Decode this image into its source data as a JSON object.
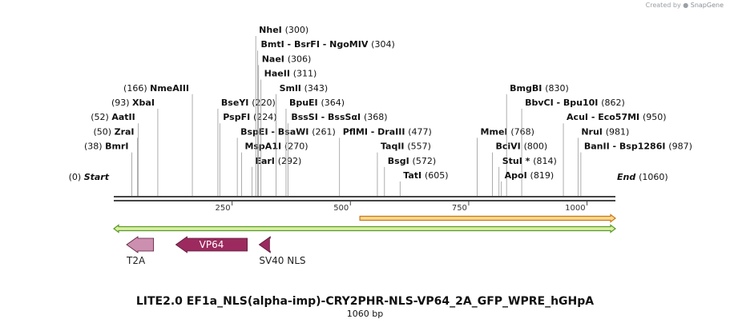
{
  "credit": {
    "prefix": "Created by",
    "brand": "SnapGene"
  },
  "map": {
    "title": "LITE2.0 EF1a_NLS(alpha-imp)-CRY2PHR-NLS-VP64_2A_GFP_WPRE_hGHpA",
    "length_label": "1060 bp",
    "length": 1060,
    "ticks": [
      {
        "pos": 250,
        "label": "250"
      },
      {
        "pos": 500,
        "label": "500"
      },
      {
        "pos": 750,
        "label": "750"
      },
      {
        "pos": 1000,
        "label": "1000"
      }
    ],
    "ends": [
      {
        "name": "Start",
        "num": "(0)",
        "pos": 0,
        "side": "left"
      },
      {
        "name": "End",
        "num": "(1060)",
        "pos": 1060,
        "side": "right"
      }
    ],
    "sites": [
      {
        "name": "BmrI",
        "num": "(38)",
        "pos": 38,
        "side": "left",
        "row": 8
      },
      {
        "name": "ZraI",
        "num": "(50)",
        "pos": 50,
        "side": "left",
        "row": 7
      },
      {
        "name": "AatII",
        "num": "(52)",
        "pos": 52,
        "side": "left",
        "row": 6
      },
      {
        "name": "XbaI",
        "num": "(93)",
        "pos": 93,
        "side": "left",
        "row": 5
      },
      {
        "name": "NmeAIII",
        "num": "(166)",
        "pos": 166,
        "side": "left",
        "row": 4
      },
      {
        "name": "BseYI",
        "num": "(220)",
        "pos": 220,
        "side": "right",
        "row": 5
      },
      {
        "name": "PspFI",
        "num": "(224)",
        "pos": 224,
        "side": "right",
        "row": 6
      },
      {
        "name": "BspEI  -  BsaWI",
        "num": "(261)",
        "pos": 261,
        "side": "right",
        "row": 7
      },
      {
        "name": "MspA1I",
        "num": "(270)",
        "pos": 270,
        "side": "right",
        "row": 8
      },
      {
        "name": "EarI",
        "num": "(292)",
        "pos": 292,
        "side": "right",
        "row": 9
      },
      {
        "name": "NheI",
        "num": "(300)",
        "pos": 300,
        "side": "right",
        "row": 0
      },
      {
        "name": "BmtI  -  BsrFI  -  NgoMIV",
        "num": "(304)",
        "pos": 304,
        "side": "right",
        "row": 1
      },
      {
        "name": "NaeI",
        "num": "(306)",
        "pos": 306,
        "side": "right",
        "row": 2
      },
      {
        "name": "HaeII",
        "num": "(311)",
        "pos": 311,
        "side": "right",
        "row": 3
      },
      {
        "name": "SmlI",
        "num": "(343)",
        "pos": 343,
        "side": "right",
        "row": 4
      },
      {
        "name": "BpuEI",
        "num": "(364)",
        "pos": 364,
        "side": "right",
        "row": 5
      },
      {
        "name": "BssSI  -  BssSαI",
        "num": "(368)",
        "pos": 368,
        "side": "right",
        "row": 6
      },
      {
        "name": "PflMI  -  DraIII",
        "num": "(477)",
        "pos": 477,
        "side": "right",
        "row": 7
      },
      {
        "name": "TaqII",
        "num": "(557)",
        "pos": 557,
        "side": "right",
        "row": 8
      },
      {
        "name": "BsgI",
        "num": "(572)",
        "pos": 572,
        "side": "right",
        "row": 9
      },
      {
        "name": "TatI",
        "num": "(605)",
        "pos": 605,
        "side": "right",
        "row": 10
      },
      {
        "name": "MmeI",
        "num": "(768)",
        "pos": 768,
        "side": "right",
        "row": 7
      },
      {
        "name": "BmgBI",
        "num": "(830)",
        "pos": 830,
        "side": "right",
        "row": 4
      },
      {
        "name": "BbvCI  -  Bpu10I",
        "num": "(862)",
        "pos": 862,
        "side": "right",
        "row": 5
      },
      {
        "name": "BciVI",
        "num": "(800)",
        "pos": 800,
        "side": "right",
        "row": 8
      },
      {
        "name": "StuI *",
        "num": "(814)",
        "pos": 814,
        "side": "right",
        "row": 9
      },
      {
        "name": "ApoI",
        "num": "(819)",
        "pos": 819,
        "side": "right",
        "row": 10
      },
      {
        "name": "AcuI  -  Eco57MI",
        "num": "(950)",
        "pos": 950,
        "side": "right",
        "row": 6
      },
      {
        "name": "NruI",
        "num": "(981)",
        "pos": 981,
        "side": "right",
        "row": 7
      },
      {
        "name": "BanII  -  Bsp1286I",
        "num": "(987)",
        "pos": 987,
        "side": "right",
        "row": 8
      }
    ],
    "features": [
      {
        "label": "T2A",
        "start": 0,
        "end": 57,
        "dir": "reverse",
        "color": "#cc8fb0",
        "label_pos": "below",
        "lane": 0
      },
      {
        "label": "VP64",
        "start": 104,
        "end": 255,
        "dir": "reverse",
        "color": "#9c2a5e",
        "label_pos": "inside",
        "lane": 0
      },
      {
        "label": "SV40 NLS",
        "start": 280,
        "end": 302,
        "dir": "reverse",
        "color": "#9c2a5e",
        "label_pos": "below",
        "lane": 0
      }
    ],
    "bars": [
      {
        "start": 520,
        "end": 1060,
        "dir": "forward",
        "color": "#ffd98c",
        "edge": "#c8781e"
      },
      {
        "start": 0,
        "end": 1060,
        "dir": "both",
        "color": "#d8f0a0",
        "edge": "#5a9a2a"
      }
    ]
  }
}
